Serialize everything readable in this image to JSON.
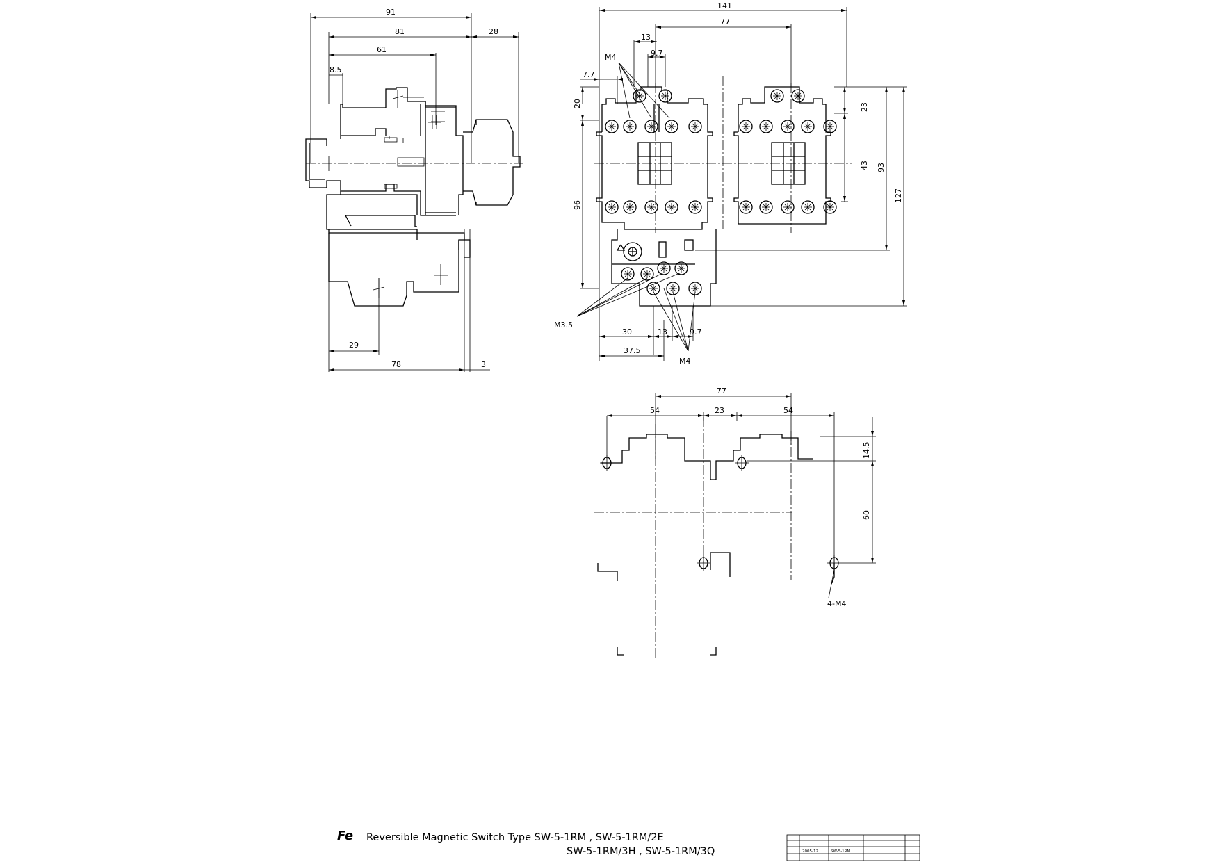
{
  "side_view": {
    "dims": {
      "overall_width": "91",
      "body_width": "81",
      "coil_width": "61",
      "offset": "8.5",
      "knob": "28",
      "relay_offset": "29",
      "relay_width": "78",
      "gap": "3"
    }
  },
  "front_view": {
    "dims": {
      "overall_width": "141",
      "pitch": "77",
      "terminal_spacing": "13",
      "terminal_offset": "9.7",
      "edge_offset": "7.7",
      "top_terminal": "20",
      "body_height": "96",
      "right_top": "23",
      "center_height": "43",
      "mid_height": "93",
      "overall_height": "127",
      "relay_left": "30",
      "relay_pitch": "13",
      "relay_offset": "9.7",
      "relay_total": "37.5"
    },
    "screw_labels": {
      "main_top": "M4",
      "relay_left": "M3.5",
      "relay_bottom": "M4"
    }
  },
  "mounting_view": {
    "dims": {
      "pitch": "77",
      "left_span": "54",
      "middle_span": "23",
      "right_span": "54",
      "top_offset": "14.5",
      "hole_spacing": "60"
    },
    "hole_label": "4-M4"
  },
  "title_block": {
    "logo": "Fe",
    "line1": "Reversible Magnetic Switch Type  SW-5-1RM , SW-5-1RM/2E",
    "line2": "SW-5-1RM/3H , SW-5-1RM/3Q",
    "table": {
      "date": "2005-12",
      "model": "SW-5-1RM"
    }
  }
}
